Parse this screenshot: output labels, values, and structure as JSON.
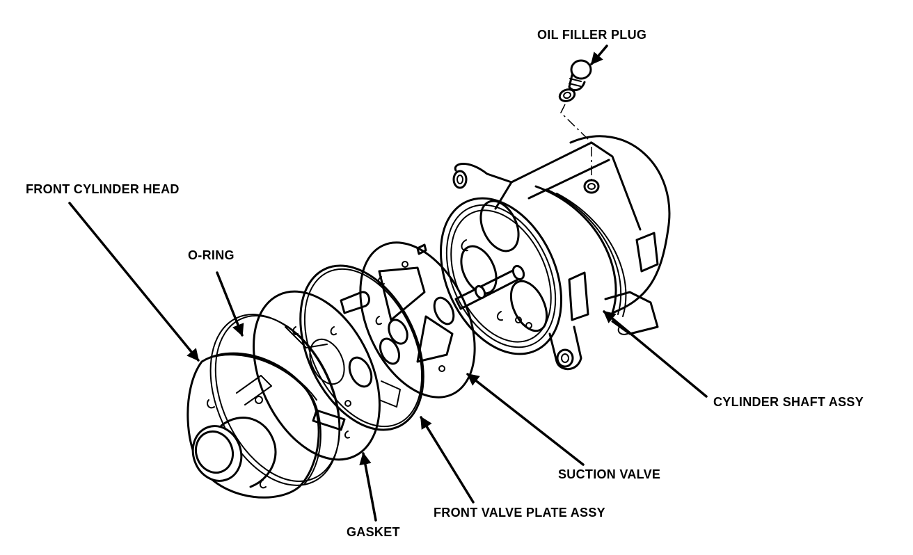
{
  "diagram": {
    "title": "A/C compressor front cylinder head exploded view",
    "labels": {
      "oil_filler_plug": "OIL FILLER PLUG",
      "front_cylinder_head": "FRONT CYLINDER HEAD",
      "o_ring": "O-RING",
      "cylinder_shaft_assy": "CYLINDER SHAFT ASSY",
      "suction_valve": "SUCTION VALVE",
      "front_valve_plate_assy": "FRONT VALVE PLATE ASSY",
      "gasket": "GASKET"
    },
    "colors": {
      "ink": "#000000",
      "paper": "#ffffff"
    }
  }
}
